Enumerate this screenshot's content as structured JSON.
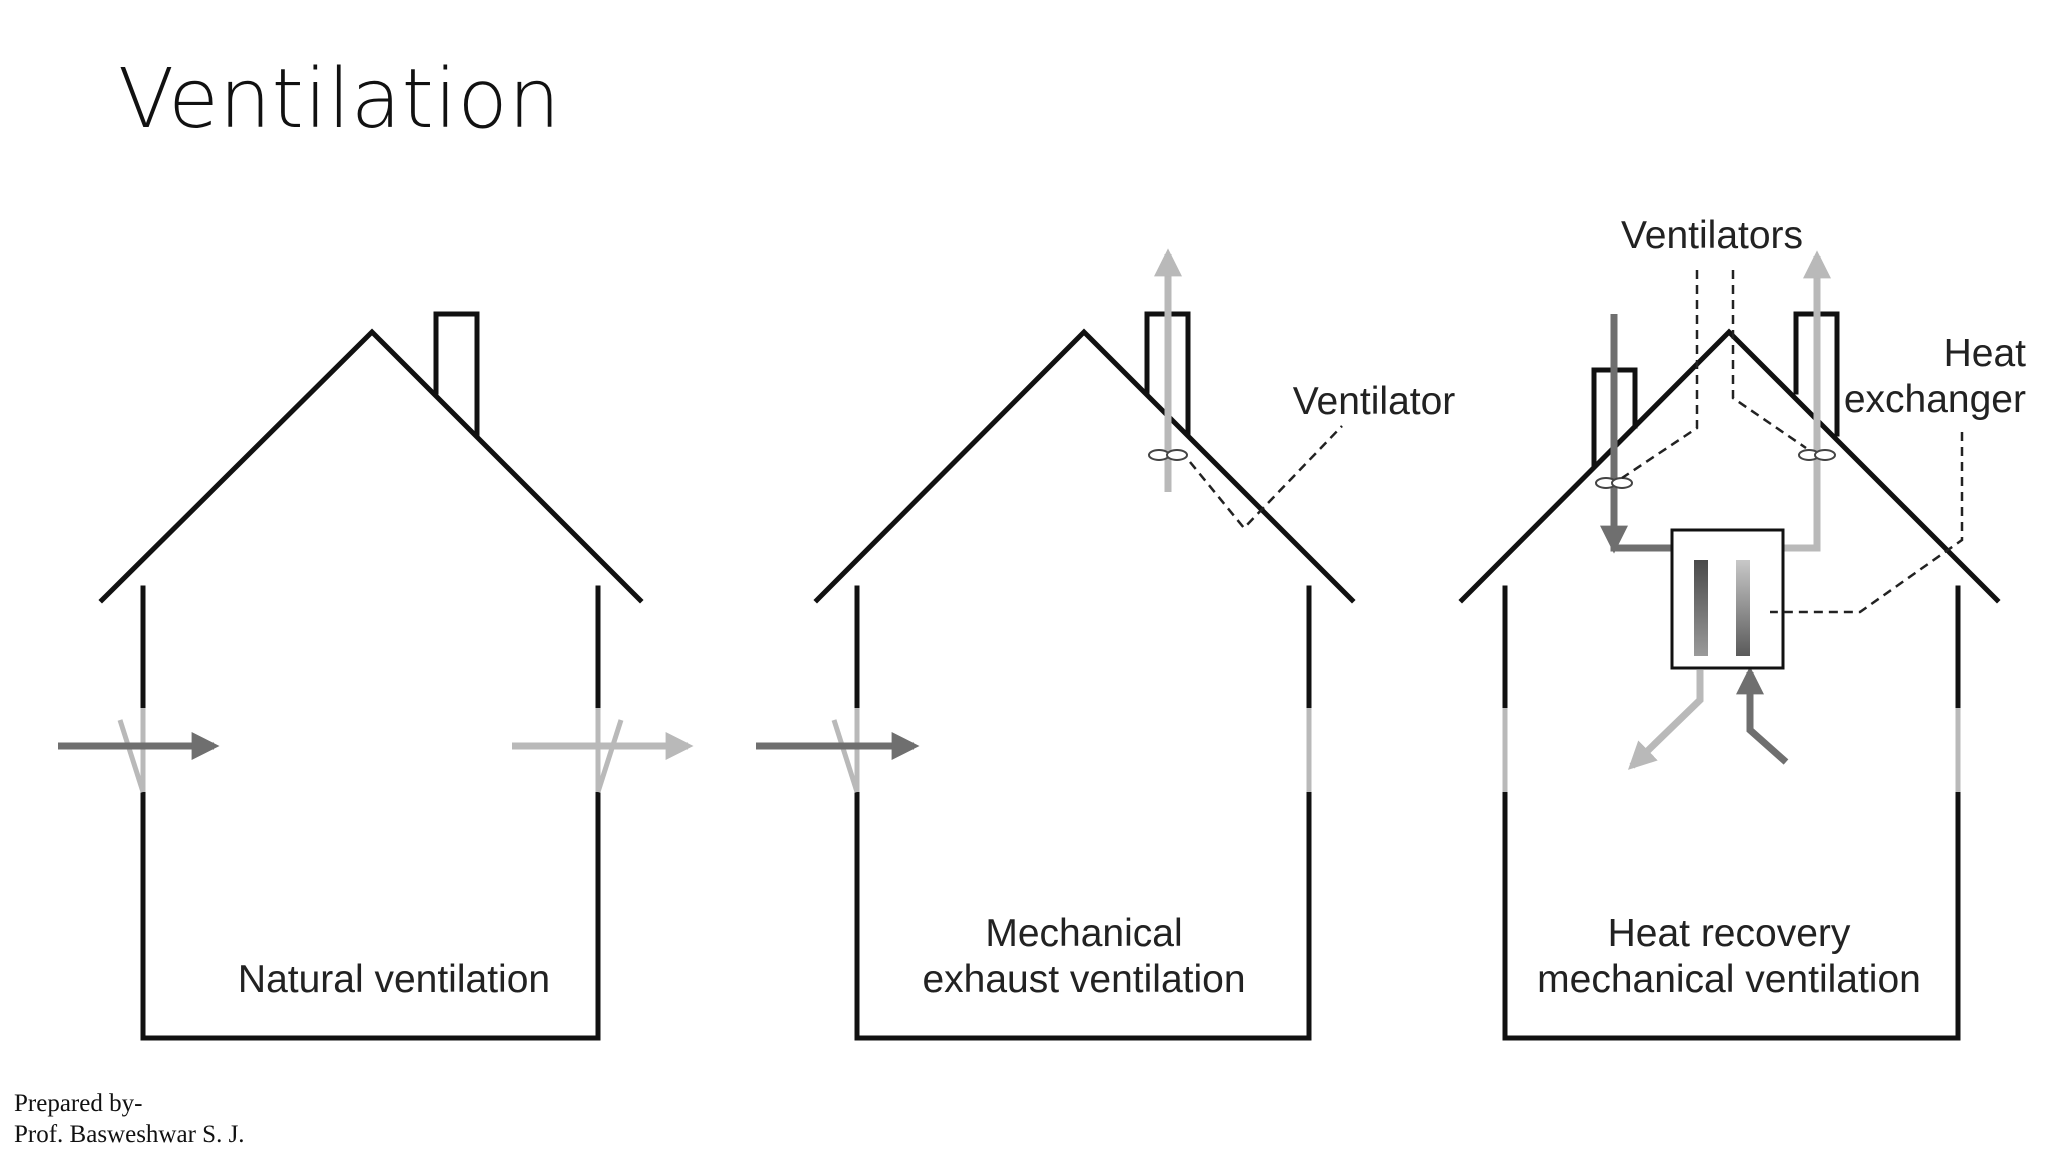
{
  "slide": {
    "title": "Ventilation"
  },
  "diagram": {
    "houses": [
      {
        "id": "natural",
        "caption_lines": [
          "Natural ventilation"
        ]
      },
      {
        "id": "mechanical-exhaust",
        "caption_lines": [
          "Mechanical",
          "exhaust ventilation"
        ]
      },
      {
        "id": "heat-recovery",
        "caption_lines": [
          "Heat recovery",
          "mechanical ventilation"
        ]
      }
    ],
    "callouts": {
      "ventilator": "Ventilator",
      "ventilators": "Ventilators",
      "heat_exchanger_lines": [
        "Heat",
        "exchanger"
      ]
    },
    "colors": {
      "outline": "#111111",
      "inflow_air": "#6f6f6f",
      "outflow_air": "#b9b9b9"
    }
  },
  "footer": {
    "line1": "Prepared by-",
    "line2": "Prof. Basweshwar S. J."
  }
}
